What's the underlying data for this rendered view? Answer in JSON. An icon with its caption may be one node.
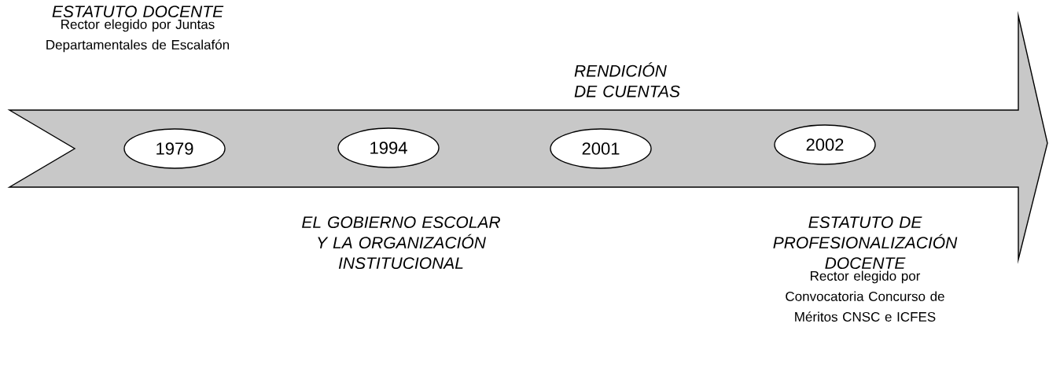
{
  "diagram": {
    "nodes": [
      {
        "text": [
          "1979"
        ],
        "beside": [
          "ESTATUTO DOCENTE",
          "Rector elegido por Juntas Departamentales de Escalafón"
        ]
      },
      {
        "text": [
          "1994"
        ],
        "beside": [
          "EL GOBIERNO ESCOLAR Y LA ORGANIZACIÓN INSTITUCIONAL"
        ]
      },
      {
        "text": [
          "2001"
        ],
        "beside": [
          "RENDICIÓN DE CUENTAS"
        ]
      },
      {
        "text": [
          "2002"
        ],
        "beside": [
          "ESTATUTO DE PROFESIONALIZACIÓN DOCENTE",
          "Rector elegido por Convocatoria Concurso de Méritos CNSC e ICFES"
        ]
      }
    ]
  }
}
